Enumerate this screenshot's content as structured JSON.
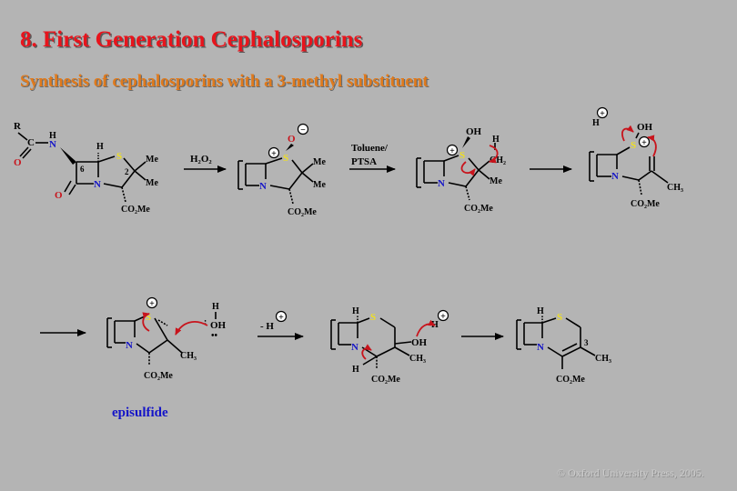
{
  "title": "8. First Generation Cephalosporins",
  "subtitle": "Synthesis of cephalosporins with a 3-methyl substituent",
  "copyright": "© Oxford University Press, 2005.",
  "colors": {
    "title": "#e8141c",
    "subtitle": "#e07a1c",
    "sulfur": "#f0e020",
    "curly_arrow": "#c8141c",
    "label_blue": "#1414c8",
    "background": "#b4b4b4"
  },
  "reagents": {
    "step1": "H₂O₂",
    "step2_line1": "Toluene/",
    "step2_line2": "PTSA",
    "step6": "- H"
  },
  "atoms": {
    "R": "R",
    "C": "C",
    "H": "H",
    "N": "N",
    "O": "O",
    "S": "S",
    "Me": "Me",
    "CH3": "CH₃",
    "CH2": "CH₂",
    "CO2Me": "CO₂Me",
    "OH": "OH",
    "num6": "6",
    "num2": "2",
    "num3": "3",
    "plus": "+",
    "minus": "−"
  },
  "labels": {
    "episulfide": "episulfide"
  }
}
